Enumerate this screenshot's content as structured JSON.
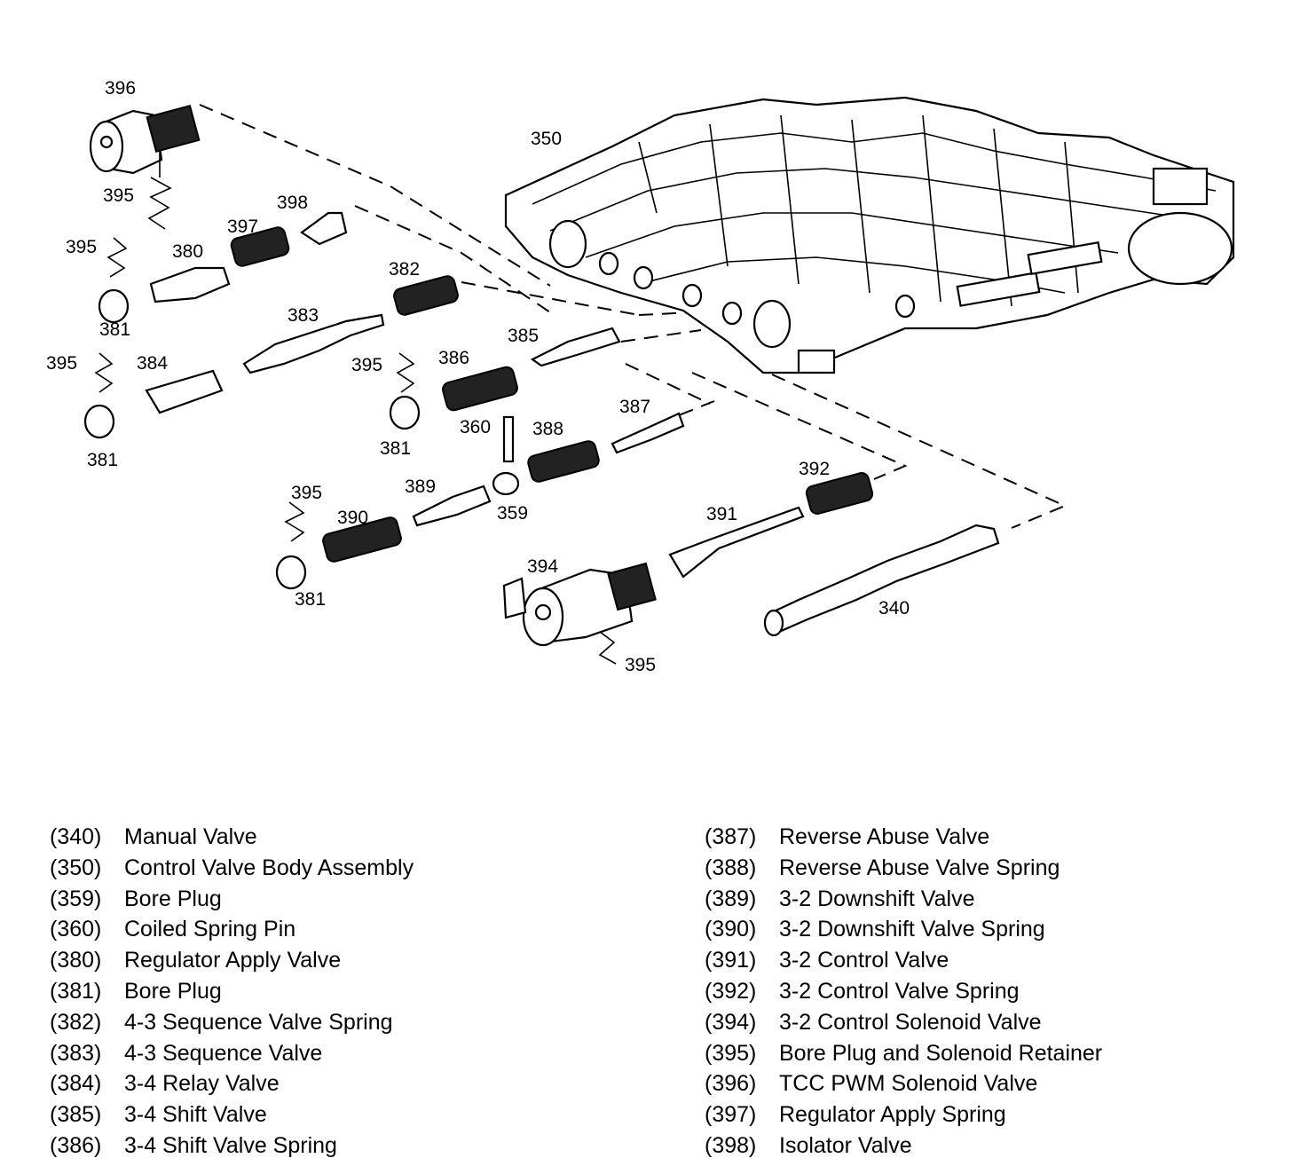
{
  "callouts": [
    {
      "id": "c396",
      "text": "396"
    },
    {
      "id": "c395a",
      "text": "395"
    },
    {
      "id": "c398",
      "text": "398"
    },
    {
      "id": "c397",
      "text": "397"
    },
    {
      "id": "c395b",
      "text": "395"
    },
    {
      "id": "c380",
      "text": "380"
    },
    {
      "id": "c381a",
      "text": "381"
    },
    {
      "id": "c382",
      "text": "382"
    },
    {
      "id": "c383",
      "text": "383"
    },
    {
      "id": "c350",
      "text": "350"
    },
    {
      "id": "c395c",
      "text": "395"
    },
    {
      "id": "c384",
      "text": "384"
    },
    {
      "id": "c381b",
      "text": "381"
    },
    {
      "id": "c385",
      "text": "385"
    },
    {
      "id": "c395d",
      "text": "395"
    },
    {
      "id": "c386",
      "text": "386"
    },
    {
      "id": "c381c",
      "text": "381"
    },
    {
      "id": "c360",
      "text": "360"
    },
    {
      "id": "c388",
      "text": "388"
    },
    {
      "id": "c387",
      "text": "387"
    },
    {
      "id": "c395e",
      "text": "395"
    },
    {
      "id": "c389",
      "text": "389"
    },
    {
      "id": "c390",
      "text": "390"
    },
    {
      "id": "c359",
      "text": "359"
    },
    {
      "id": "c392",
      "text": "392"
    },
    {
      "id": "c391",
      "text": "391"
    },
    {
      "id": "c381d",
      "text": "381"
    },
    {
      "id": "c394",
      "text": "394"
    },
    {
      "id": "c340",
      "text": "340"
    },
    {
      "id": "c395f",
      "text": "395"
    }
  ],
  "legend_left": [
    {
      "num": "(340)",
      "name": "Manual Valve"
    },
    {
      "num": "(350)",
      "name": "Control Valve Body Assembly"
    },
    {
      "num": "(359)",
      "name": "Bore Plug"
    },
    {
      "num": "(360)",
      "name": "Coiled Spring Pin"
    },
    {
      "num": "(380)",
      "name": "Regulator Apply Valve"
    },
    {
      "num": "(381)",
      "name": "Bore Plug"
    },
    {
      "num": "(382)",
      "name": "4-3 Sequence Valve Spring"
    },
    {
      "num": "(383)",
      "name": "4-3 Sequence Valve"
    },
    {
      "num": "(384)",
      "name": "3-4 Relay Valve"
    },
    {
      "num": "(385)",
      "name": "3-4 Shift Valve"
    },
    {
      "num": "(386)",
      "name": "3-4 Shift Valve Spring"
    }
  ],
  "legend_right": [
    {
      "num": "(387)",
      "name": "Reverse Abuse Valve"
    },
    {
      "num": "(388)",
      "name": "Reverse Abuse Valve Spring"
    },
    {
      "num": "(389)",
      "name": "3-2 Downshift Valve"
    },
    {
      "num": "(390)",
      "name": "3-2 Downshift Valve Spring"
    },
    {
      "num": "(391)",
      "name": "3-2 Control Valve"
    },
    {
      "num": "(392)",
      "name": "3-2 Control Valve Spring"
    },
    {
      "num": "(394)",
      "name": "3-2 Control Solenoid Valve"
    },
    {
      "num": "(395)",
      "name": "Bore Plug and Solenoid Retainer"
    },
    {
      "num": "(396)",
      "name": "TCC PWM Solenoid Valve"
    },
    {
      "num": "(397)",
      "name": "Regulator Apply Spring"
    },
    {
      "num": "(398)",
      "name": "Isolator Valve"
    }
  ]
}
